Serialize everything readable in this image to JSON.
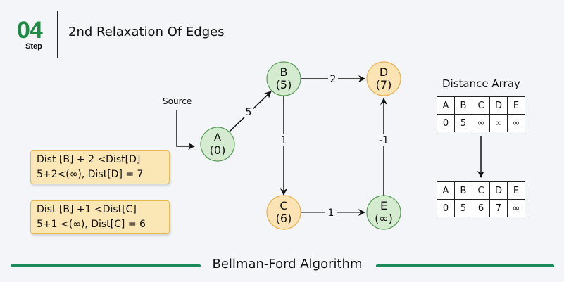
{
  "header": {
    "step_number": "04",
    "step_label": "Step",
    "title": "2nd Relaxation Of Edges"
  },
  "graph": {
    "source_label": "Source",
    "nodes": [
      {
        "id": "A",
        "label": "A",
        "dist": "(0)",
        "state": "unchanged"
      },
      {
        "id": "B",
        "label": "B",
        "dist": "(5)",
        "state": "unchanged"
      },
      {
        "id": "C",
        "label": "C",
        "dist": "(6)",
        "state": "updated"
      },
      {
        "id": "D",
        "label": "D",
        "dist": "(7)",
        "state": "updated"
      },
      {
        "id": "E",
        "label": "E",
        "dist": "(∞)",
        "state": "unchanged"
      }
    ],
    "edges": [
      {
        "from": "A",
        "to": "B",
        "weight": "5"
      },
      {
        "from": "B",
        "to": "D",
        "weight": "2"
      },
      {
        "from": "B",
        "to": "C",
        "weight": "1"
      },
      {
        "from": "C",
        "to": "E",
        "weight": "1"
      },
      {
        "from": "E",
        "to": "D",
        "weight": "-1"
      }
    ],
    "colors": {
      "unchanged_fill": "#d5ebcf",
      "unchanged_stroke": "#5a9e5a",
      "updated_fill": "#fbe3b3",
      "updated_stroke": "#e9b04c"
    }
  },
  "notes": [
    {
      "line1": "Dist [B] + 2 <Dist[D]",
      "line2": "5+2<(∞), Dist[D] = 7"
    },
    {
      "line1": "Dist [B] +1 <Dist[C]",
      "line2": "5+1 <(∞), Dist[C] = 6"
    }
  ],
  "distance_array": {
    "title": "Distance Array",
    "headers": [
      "A",
      "B",
      "C",
      "D",
      "E"
    ],
    "before": [
      "0",
      "5",
      "∞",
      "∞",
      "∞"
    ],
    "after": [
      "0",
      "5",
      "6",
      "7",
      "∞"
    ]
  },
  "footer": {
    "title": "Bellman-Ford Algorithm",
    "accent": "#1a8a5a"
  }
}
